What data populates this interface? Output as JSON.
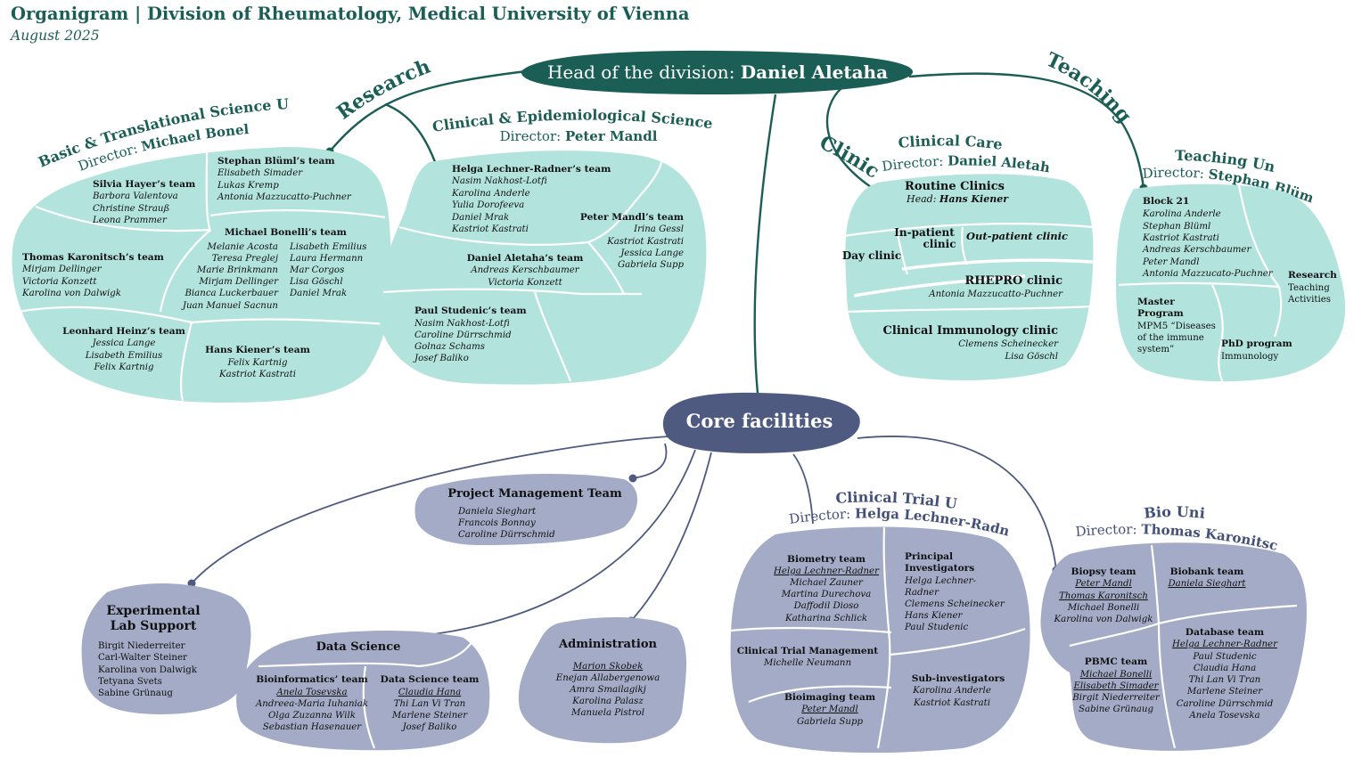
{
  "header": {
    "title": "Organigram | Division of Rheumatology, Medical University of Vienna",
    "date": "August 2025"
  },
  "colors": {
    "green_dark": "#1b5e55",
    "green_light": "#b2e4dd",
    "navy": "#4e5a80",
    "blue_light": "#a3abc6"
  },
  "head": {
    "label": "Head of the division:",
    "name": "Daniel Aletaha"
  },
  "branches": {
    "research": "Research",
    "clinic": "Clinic",
    "teaching": "Teaching"
  },
  "btsu": {
    "title": "Basic & Translational Science Unit",
    "director_label": "Director:",
    "director": "Michael Bonelli",
    "teams": [
      {
        "name": "Stephan Blüml’s team",
        "members": [
          "Elisabeth Simader",
          "Lukas Kremp",
          "Antonia Mazzucatto-Puchner"
        ]
      },
      {
        "name": "Silvia Hayer’s team",
        "members": [
          "Barbora Valentova",
          "Christine Strauß",
          "Leona Prammer"
        ]
      },
      {
        "name": "Michael Bonelli’s team",
        "members_left": [
          "Melanie Acosta",
          "Teresa Preglej",
          "Marie Brinkmann",
          "Mirjam Dellinger",
          "Bianca Luckerbauer",
          "Juan Manuel Sacnun"
        ],
        "members_right": [
          "Lisabeth Emilius",
          "Laura Hermann",
          "Mar Corgos",
          "Lisa Göschl",
          "Daniel Mrak"
        ]
      },
      {
        "name": "Thomas Karonitsch’s team",
        "members": [
          "Mirjam Dellinger",
          "Victoria Konzett",
          "Karolina von Dalwigk"
        ]
      },
      {
        "name": "Leonhard Heinz’s team",
        "members": [
          "Jessica Lange",
          "Lisabeth Emilius",
          "Felix Kartnig"
        ]
      },
      {
        "name": "Hans Kiener’s team",
        "members": [
          "Felix Kartnig",
          "Kastriot Kastrati"
        ]
      }
    ]
  },
  "cesu": {
    "title": "Clinical & Epidemiological Science Unit",
    "director_label": "Director:",
    "director": "Peter Mandl",
    "teams": [
      {
        "name": "Helga Lechner-Radner’s team",
        "members": [
          "Nasim Nakhost-Lotfi",
          "Karolina Anderle",
          "Yulia Dorofeeva",
          "Daniel Mrak",
          "Kastriot Kastrati"
        ]
      },
      {
        "name": "Peter Mandl’s team",
        "members": [
          "Irina Gessl",
          "Kastriot Kastrati",
          "Jessica Lange",
          "Gabriela Supp"
        ]
      },
      {
        "name": "Daniel Aletaha’s team",
        "members": [
          "Andreas Kerschbaumer",
          "Victoria Konzett"
        ]
      },
      {
        "name": "Paul Studenic’s team",
        "members": [
          "Nasim Nakhost-Lotfi",
          "Caroline Dürrschmid",
          "Golnaz Schams",
          "Josef Baliko"
        ]
      }
    ]
  },
  "ccu": {
    "title": "Clinical Care Unit",
    "director_label": "Director:",
    "director": "Daniel Aletaha",
    "routine": {
      "name": "Routine Clinics",
      "head_label": "Head:",
      "head": "Hans Kiener"
    },
    "inpatient": [
      "In-patient",
      "clinic"
    ],
    "outpatient": "Out-patient clinic",
    "day": "Day clinic",
    "rhepro": {
      "name": "RHEPRO clinic",
      "member": "Antonia Mazzucatto-Puchner"
    },
    "immunology": {
      "name": "Clinical Immunology clinic",
      "members": [
        "Clemens Scheinecker",
        "Lisa Göschl"
      ]
    }
  },
  "teaching_unit": {
    "title": "Teaching Unit",
    "director_label": "Director:",
    "director": "Stephan Blüml",
    "block": {
      "name": "Block 21",
      "members": [
        "Karolina Anderle",
        "Stephan Blüml",
        "Kastriot Kastrati",
        "Andreas Kerschbaumer",
        "Peter Mandl",
        "Antonia Mazzucato-Puchner"
      ]
    },
    "research_activities": [
      "Research",
      "Teaching",
      "Activities"
    ],
    "master": {
      "name": [
        "Master",
        "Program"
      ],
      "desc": [
        "MPM5 “Diseases",
        "of the immune",
        "system”"
      ]
    },
    "phd": {
      "name": "PhD program",
      "desc": "Immunology"
    }
  },
  "core": {
    "label": "Core facilities"
  },
  "pmt": {
    "name": "Project Management Team",
    "members": [
      "Daniela Sieghart",
      "Francois Bonnay",
      "Caroline Dürrschmid"
    ]
  },
  "els": {
    "name": [
      "Experimental",
      "Lab Support"
    ],
    "members": [
      "Birgit Niederreiter",
      "Carl-Walter Steiner",
      "Karolina von Dalwigk",
      "Tetyana Svets",
      "Sabine Grünaug"
    ]
  },
  "ds": {
    "name": "Data Science",
    "bio": {
      "name": "Bioinformatics’ team",
      "lead": "Anela Tosevska",
      "members": [
        "Andreea-Maria Iuhaniak",
        "Olga Zuzanna Wilk",
        "Sebastian Hasenauer"
      ]
    },
    "dst": {
      "name": "Data Science team",
      "lead": "Claudia Hana",
      "members": [
        "Thi Lan Vi Tran",
        "Marlene Steiner",
        "Josef Baliko"
      ]
    }
  },
  "admin": {
    "name": "Administration",
    "lead": "Marion Skobek",
    "members": [
      "Enejan Allabergenowa",
      "Amra Smailagikj",
      "Karolina Palasz",
      "Manuela Pistrol"
    ]
  },
  "ctu": {
    "title": "Clinical Trial Unit",
    "director_label": "Director:",
    "director": "Helga Lechner-Radner",
    "biometry": {
      "name": "Biometry team",
      "lead": "Helga Lechner-Radner",
      "members": [
        "Michael Zauner",
        "Martina Durechova",
        "Daffodil Dioso",
        "Katharina Schlick"
      ]
    },
    "pi": {
      "name": [
        "Principal",
        "Investigators"
      ],
      "members": [
        "Helga Lechner-",
        "Radner",
        "Clemens Scheinecker",
        "Hans Kiener",
        "Paul Studenic"
      ]
    },
    "ctm": {
      "name": "Clinical Trial Management",
      "member": "Michelle Neumann"
    },
    "bioimaging": {
      "name": "Bioimaging team",
      "lead": "Peter Mandl",
      "members": [
        "Gabriela Supp"
      ]
    },
    "sub": {
      "name": "Sub-investigators",
      "members": [
        "Karolina Anderle",
        "Kastriot Kastrati"
      ]
    }
  },
  "bio_unit": {
    "title": "Bio Unit",
    "director_label": "Director:",
    "director": "Thomas Karonitsch",
    "biopsy": {
      "name": "Biopsy team",
      "leads": [
        "Peter Mandl",
        "Thomas Karonitsch"
      ],
      "members": [
        "Michael Bonelli",
        "Karolina von Dalwigk"
      ]
    },
    "biobank": {
      "name": "Biobank team",
      "lead": "Daniela Sieghart"
    },
    "database": {
      "name": "Database team",
      "lead": "Helga Lechner-Radner",
      "members": [
        "Paul Studenic",
        "Claudia Hana",
        "Thi Lan Vi Tran",
        "Marlene Steiner",
        "Caroline Dürrschmid",
        "Anela Tosevska"
      ]
    },
    "pbmc": {
      "name": "PBMC team",
      "leads": [
        "Michael Bonelli",
        "Elisabeth Simader"
      ],
      "members": [
        "Birgit Niederreiter",
        "Sabine Grünaug"
      ]
    }
  }
}
